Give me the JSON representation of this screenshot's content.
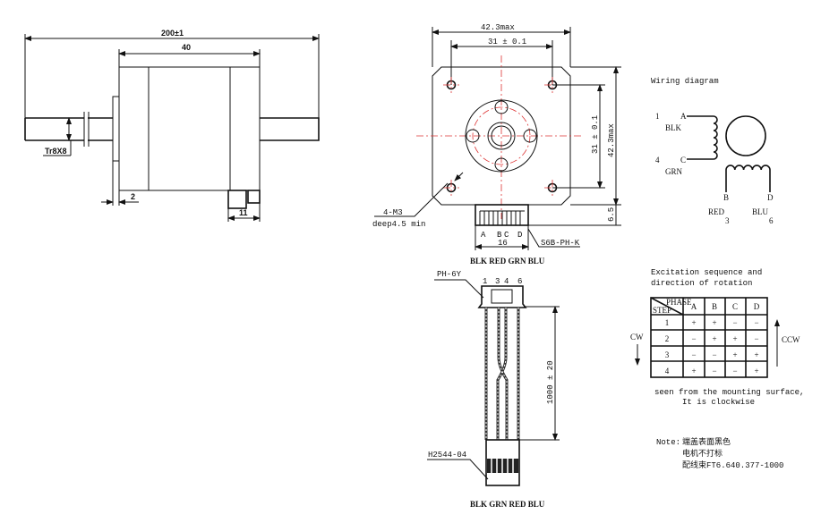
{
  "side_view": {
    "overall_length": "200±1",
    "body_length": "40",
    "flange": "2",
    "connector": "11",
    "thread": "Tr8X8"
  },
  "front_view": {
    "width_max": "42.3max",
    "hole_spacing": "31 ± 0.1",
    "hole_spacing_v": "31 ± 0.1",
    "height_max": "42.3max",
    "connector_height": "6.5",
    "holes": "4-M3",
    "hole_depth": "deep4.5 min",
    "pins": [
      "A",
      "B",
      "C",
      "D"
    ],
    "connector_width": "16",
    "connector_part": "S6B-PH-K",
    "wire_colors": "BLK RED GRN BLU"
  },
  "cable": {
    "top_connector": "PH-6Y",
    "pin_numbers": [
      "1",
      "3",
      "4",
      "6"
    ],
    "length": "1000 ± 20",
    "bottom_connector": "H2544-04",
    "wire_colors": "BLK GRN RED BLU"
  },
  "wiring": {
    "title": "Wiring diagram",
    "coil1": {
      "pin_a_num": "1",
      "pin_a": "A",
      "pin_a_color": "BLK",
      "pin_c_num": "4",
      "pin_c": "C",
      "pin_c_color": "GRN"
    },
    "coil2": {
      "pin_b": "B",
      "pin_d": "D",
      "pin_b_color": "RED",
      "pin_b_num": "3",
      "pin_d_color": "BLU",
      "pin_d_num": "6"
    }
  },
  "excitation": {
    "title_line1": "Excitation sequence and",
    "title_line2": "direction of rotation",
    "corner_top": "PHASE",
    "corner_bottom": "STEP",
    "columns": [
      "A",
      "B",
      "C",
      "D"
    ],
    "rows": [
      {
        "step": "1",
        "values": [
          "+",
          "+",
          "−",
          "−"
        ]
      },
      {
        "step": "2",
        "values": [
          "−",
          "+",
          "+",
          "−"
        ]
      },
      {
        "step": "3",
        "values": [
          "−",
          "−",
          "+",
          "+"
        ]
      },
      {
        "step": "4",
        "values": [
          "+",
          "−",
          "−",
          "+"
        ]
      }
    ],
    "cw": "CW",
    "ccw": "CCW",
    "footnote_line1": "seen from the mounting surface,",
    "footnote_line2": "It is clockwise"
  },
  "note": {
    "label": "Note:",
    "line1": "端盖表面黑色",
    "line2": "电机不打标",
    "line3": "配线束FT6.640.377-1000"
  }
}
